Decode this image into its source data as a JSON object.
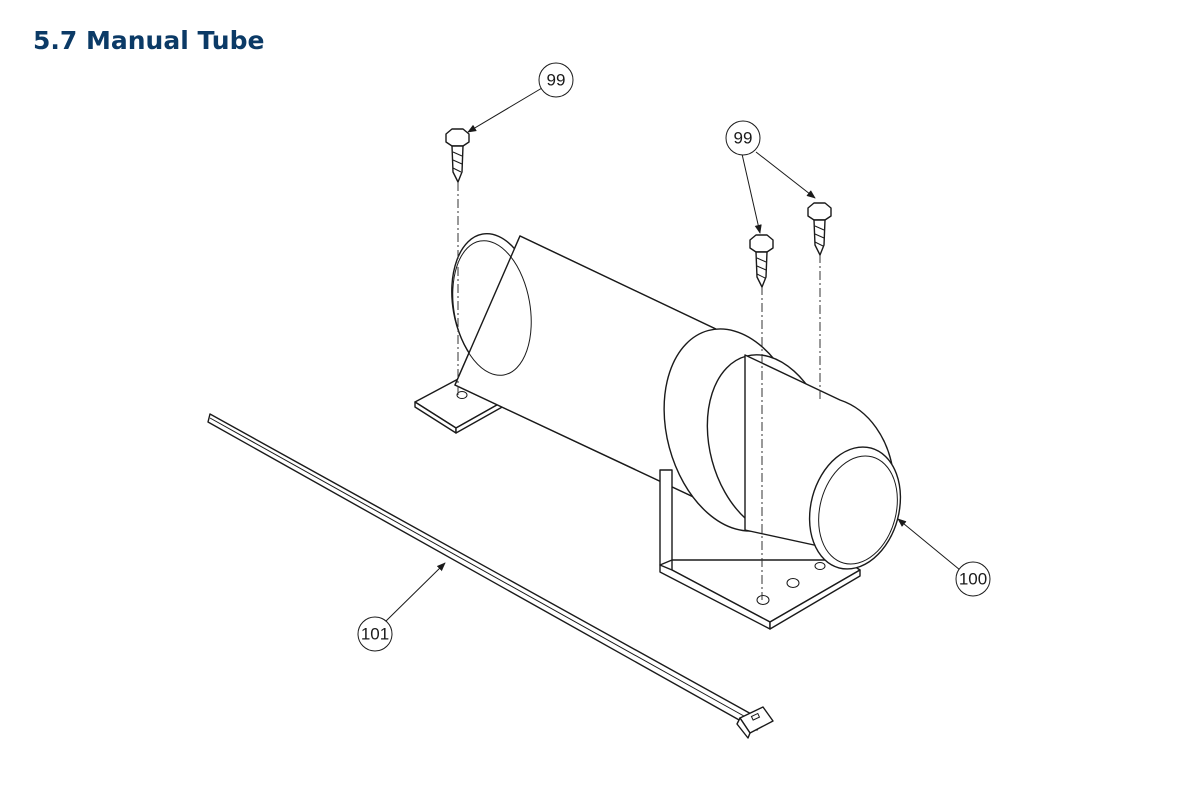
{
  "heading": "5.7 Manual Tube",
  "callouts": {
    "screw_left": "99",
    "screws_right": "99",
    "tube": "100",
    "cable_tie": "101"
  }
}
